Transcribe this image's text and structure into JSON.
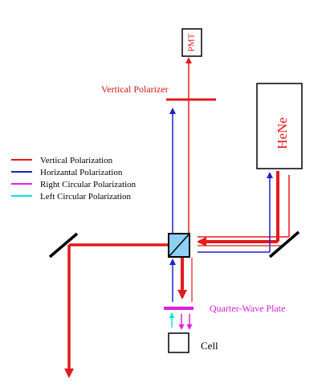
{
  "components": {
    "detector": "PMT",
    "polarizer": "Vertical Polarizer",
    "laser": "HeNe",
    "waveplate": "Quarter-Wave Plate",
    "cell": "Cell"
  },
  "legend": [
    {
      "label": "Vertical Polarization",
      "color": "#e31a1c"
    },
    {
      "label": "Horizantal Polarization",
      "color": "#1f1fc8"
    },
    {
      "label": "Right Circular Polarization",
      "color": "#e020e0"
    },
    {
      "label": "Left Circular Polarization",
      "color": "#10e0e0"
    }
  ],
  "colors": {
    "vertical": "#e31a1c",
    "horizontal": "#1f1fc8",
    "right_circular": "#e020e0",
    "left_circular": "#10e0e0",
    "beamsplitter_fill": "#8ecff5",
    "polarizer_label": "#d01818",
    "waveplate_label": "#d020d0"
  }
}
